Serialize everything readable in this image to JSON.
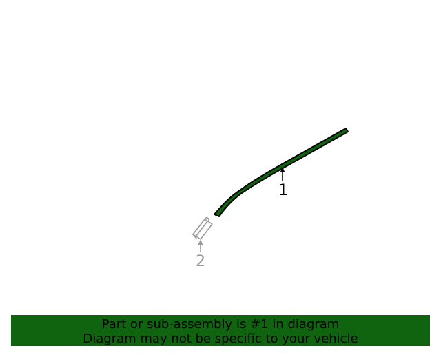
{
  "diagram": {
    "parts": [
      {
        "id": "1",
        "label": "1",
        "highlighted": true,
        "color": "#106410"
      },
      {
        "id": "2",
        "label": "2",
        "highlighted": false,
        "color": "#999999"
      }
    ]
  },
  "banner": {
    "line1": "Part or sub-assembly is #1 in diagram",
    "line2": "Diagram may not be specific to your vehicle",
    "background": "#106410"
  }
}
